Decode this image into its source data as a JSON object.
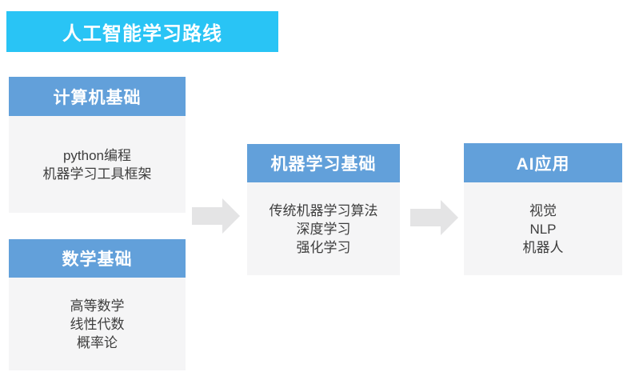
{
  "title": {
    "label": "人工智能学习路线"
  },
  "boxes": [
    {
      "header": "计算机基础",
      "items": [
        "python编程",
        "机器学习工具框架"
      ]
    },
    {
      "header": "数学基础",
      "items": [
        "高等数学",
        "线性代数",
        "概率论"
      ]
    },
    {
      "header": "机器学习基础",
      "items": [
        "传统机器学习算法",
        "深度学习",
        "强化学习"
      ]
    },
    {
      "header": "AI应用",
      "items": [
        "视觉",
        "NLP",
        "机器人"
      ]
    }
  ],
  "icons": {
    "flow_arrow": "arrow-right-icon"
  },
  "colors": {
    "banner_bg": "#29C4F5",
    "box_header_bg": "#62A0DA",
    "box_body_bg": "#F5F5F6",
    "arrow": "#E4E4E5",
    "header_text": "#FFFFFF",
    "body_text": "#3D3D3D",
    "page_bg": "#FFFFFF"
  }
}
